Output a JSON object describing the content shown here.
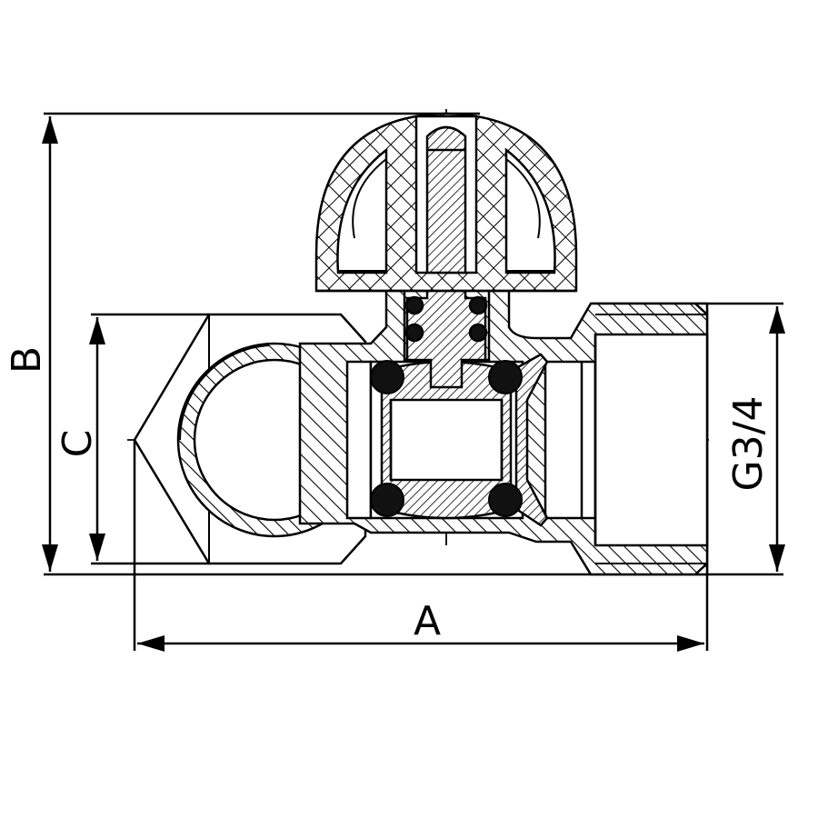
{
  "dimensions": {
    "overall_length": "A",
    "overall_height": "B",
    "body_height": "C",
    "thread_size": "G3/4"
  },
  "colors": {
    "line": "#000000",
    "background": "#ffffff",
    "seal": "#111111"
  }
}
